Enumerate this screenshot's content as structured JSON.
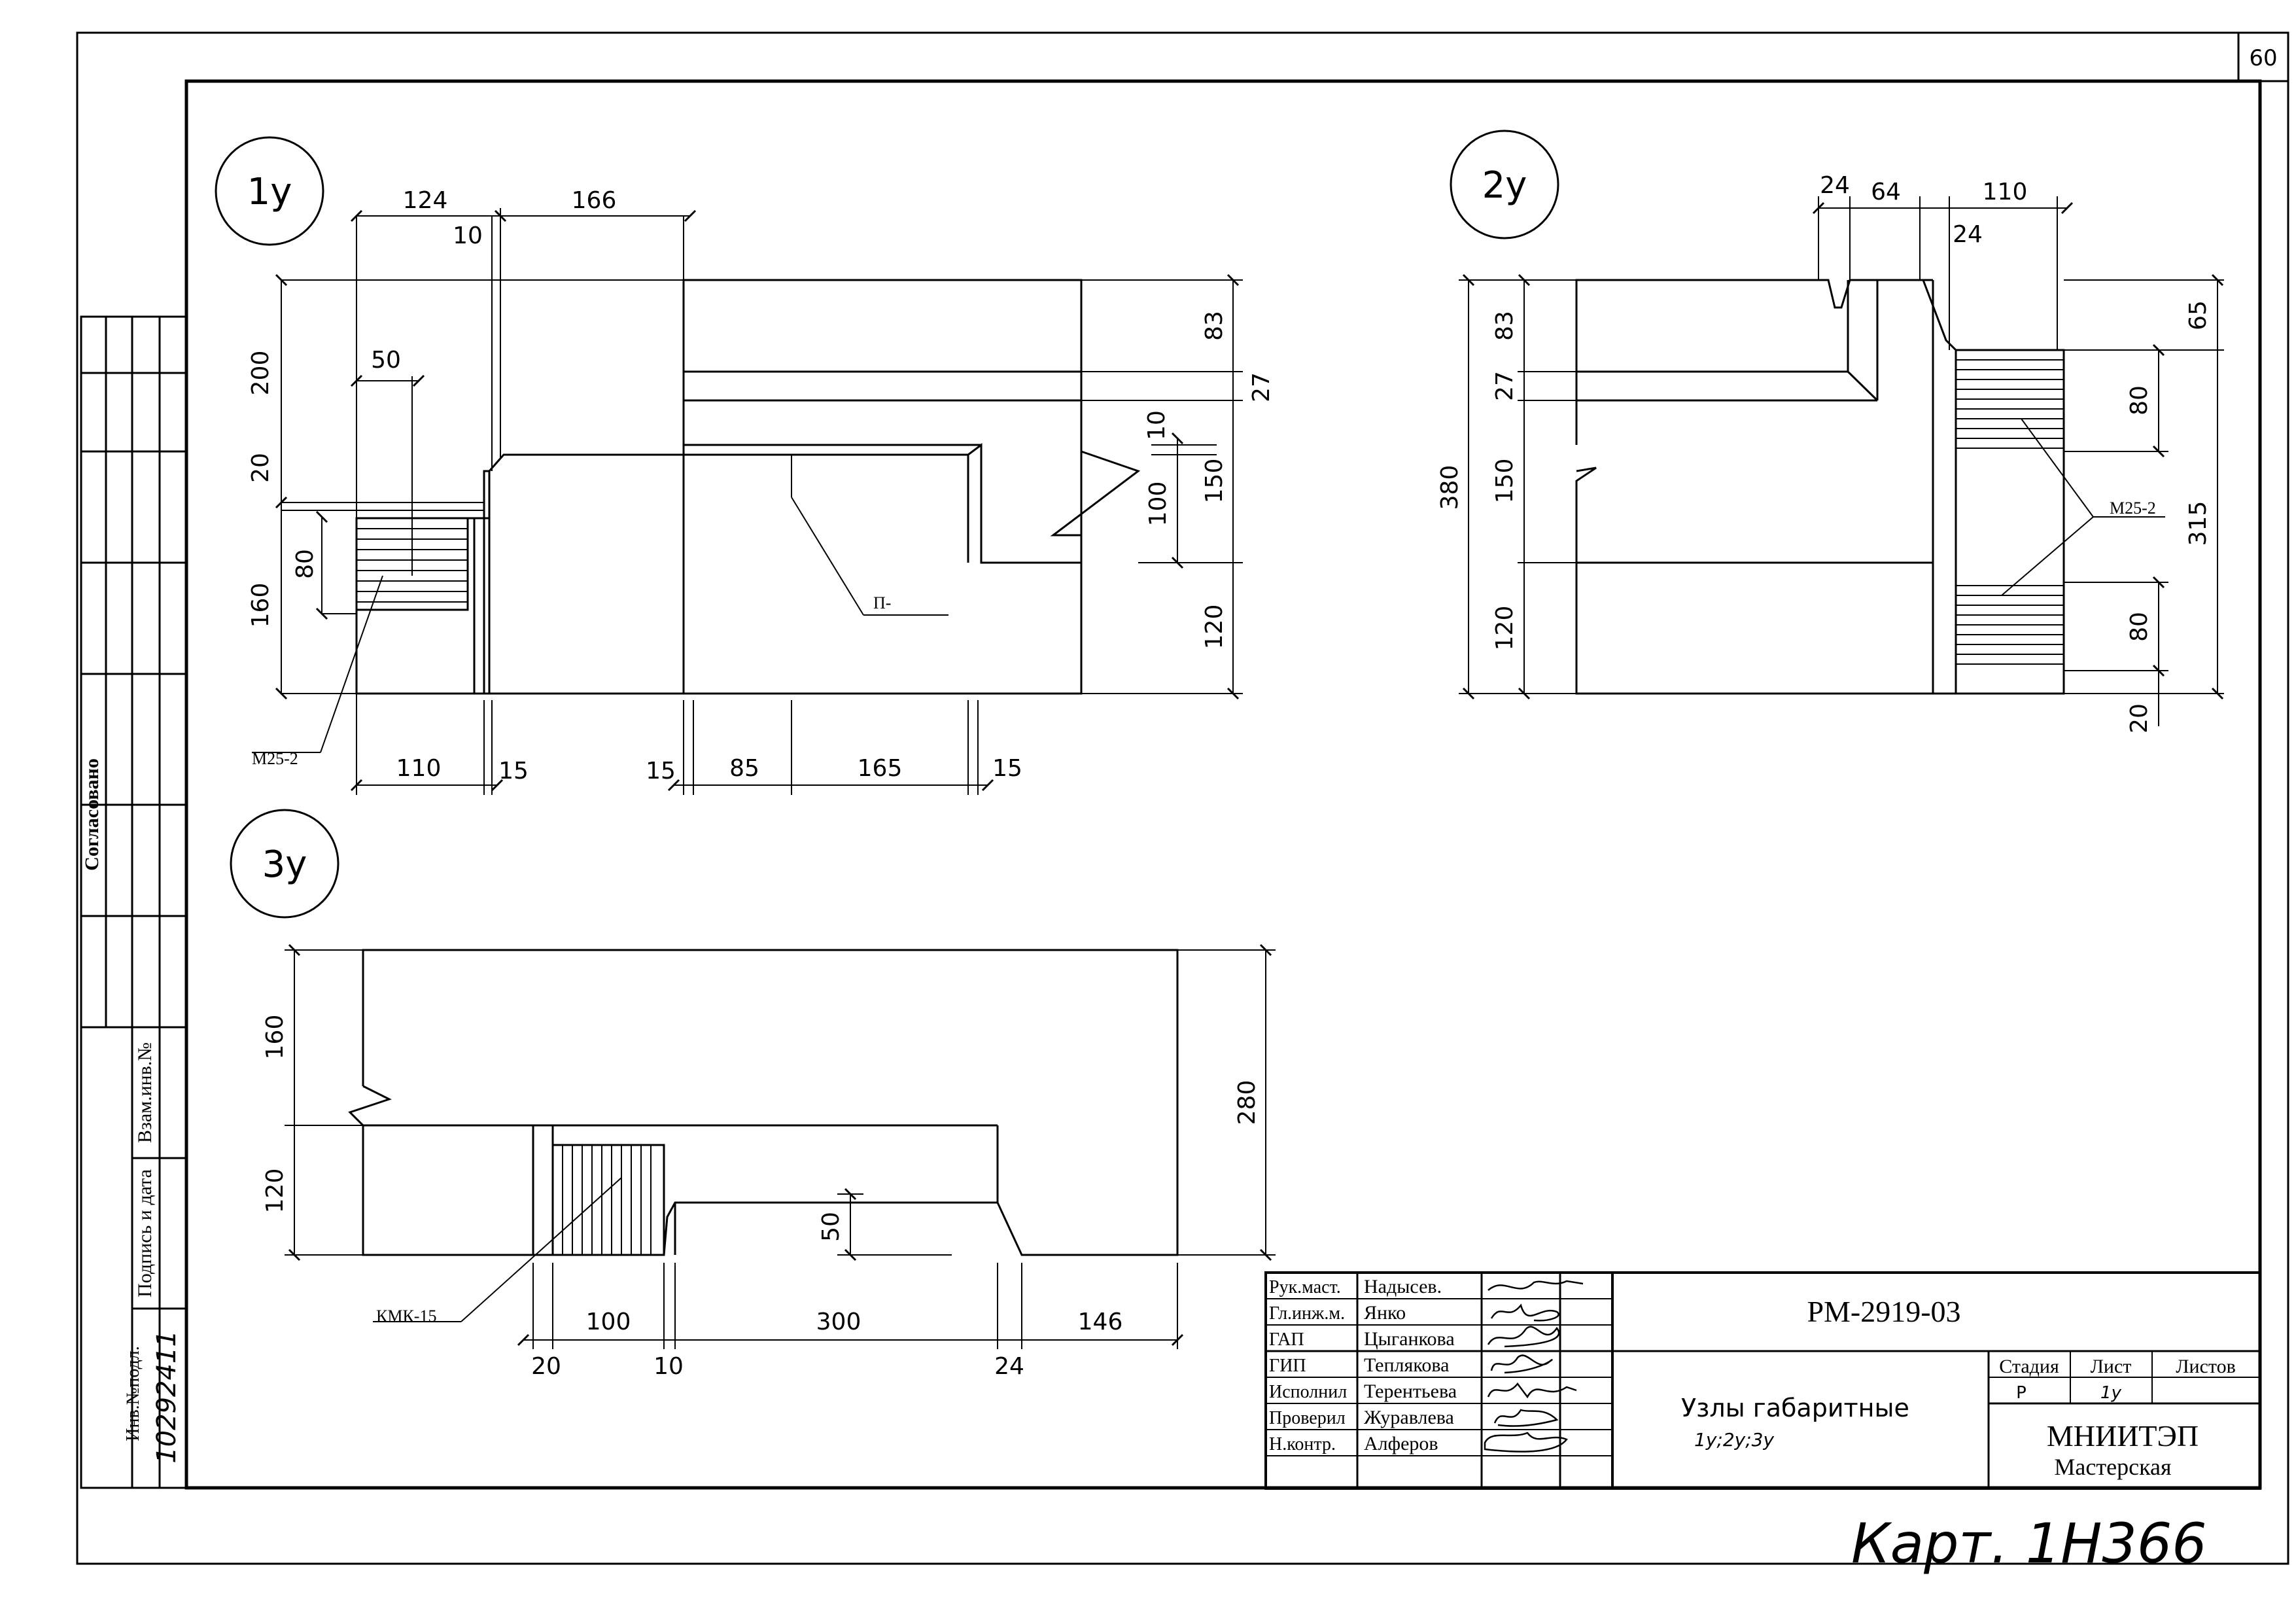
{
  "sheet_number": "60",
  "handwritten_note": "Карт. 1Н366",
  "side_stamp": {
    "agreed": "Согласовано",
    "replace_inv": "Взам.инв.№",
    "sign_date": "Подпись и дата",
    "inv_no": "Инв.№подл.",
    "inv_value": "10292411"
  },
  "nodes": [
    {
      "id": "1y",
      "title": "1у",
      "dims": [
        "124",
        "166",
        "10",
        "200",
        "20",
        "160",
        "80",
        "50",
        "110",
        "15",
        "15",
        "85",
        "165",
        "15",
        "83",
        "27",
        "10",
        "150",
        "100",
        "120"
      ],
      "labels": [
        "М25-2",
        "П-"
      ]
    },
    {
      "id": "2y",
      "title": "2у",
      "dims": [
        "24",
        "64",
        "110",
        "24",
        "380",
        "83",
        "27",
        "150",
        "120",
        "65",
        "80",
        "315",
        "80",
        "20"
      ],
      "labels": [
        "М25-2"
      ]
    },
    {
      "id": "3y",
      "title": "3у",
      "dims": [
        "160",
        "120",
        "280",
        "50",
        "100",
        "300",
        "146",
        "20",
        "10",
        "24"
      ],
      "labels": [
        "КМК-15"
      ]
    }
  ],
  "title_block": {
    "roles": [
      {
        "role": "Рук.маст.",
        "name": "Надысев."
      },
      {
        "role": "Гл.инж.м.",
        "name": "Янко"
      },
      {
        "role": "ГАП",
        "name": "Цыганкова"
      },
      {
        "role": "ГИП",
        "name": "Теплякова"
      },
      {
        "role": "Исполнил",
        "name": "Терентьева"
      },
      {
        "role": "Проверил",
        "name": "Журавлева"
      },
      {
        "role": "Н.контр.",
        "name": "Алферов"
      }
    ],
    "doc_code": "РМ-2919-03",
    "title": "Узлы габаритные",
    "subtitle": "1у;2у;3у",
    "stage_label": "Стадия",
    "sheet_label": "Лист",
    "sheets_label": "Листов",
    "stage_value": "Р",
    "sheet_value": "1у",
    "org_name": "МНИИТЭП",
    "org_dept": "Мастерская"
  }
}
